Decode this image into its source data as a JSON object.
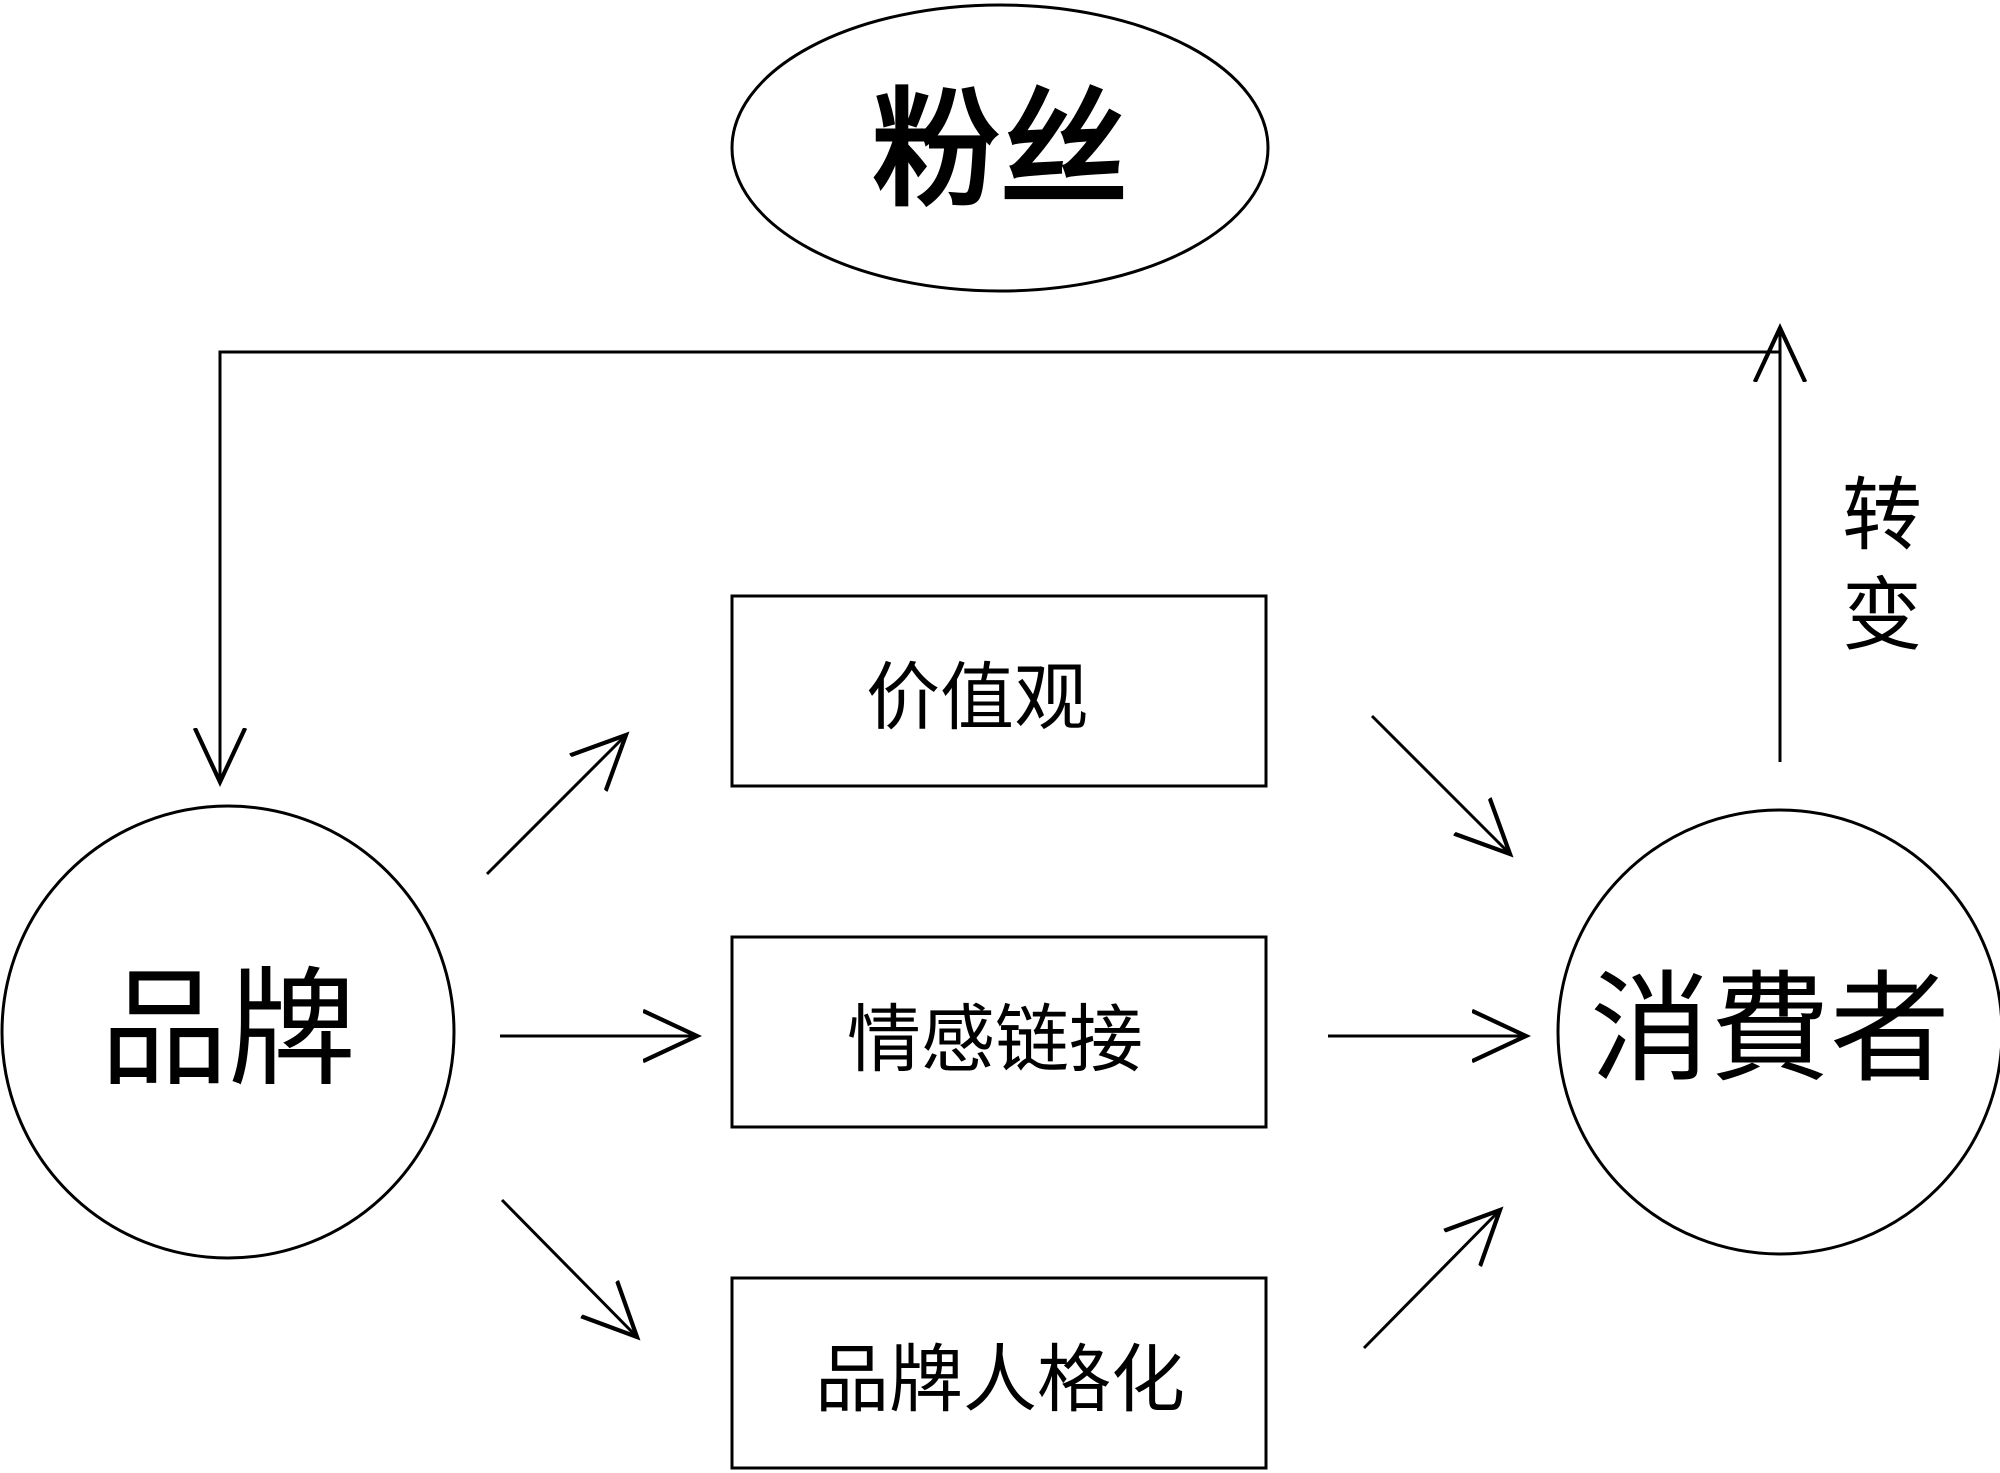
{
  "nodes": {
    "fans": "粉丝",
    "brand": "品牌",
    "consumer": "消費者",
    "values": "价值观",
    "emotional_link": "情感链接",
    "brand_personification": "品牌人格化"
  },
  "edges": {
    "transform_label": "转变"
  },
  "colors": {
    "stroke": "#000000",
    "background": "#ffffff"
  }
}
